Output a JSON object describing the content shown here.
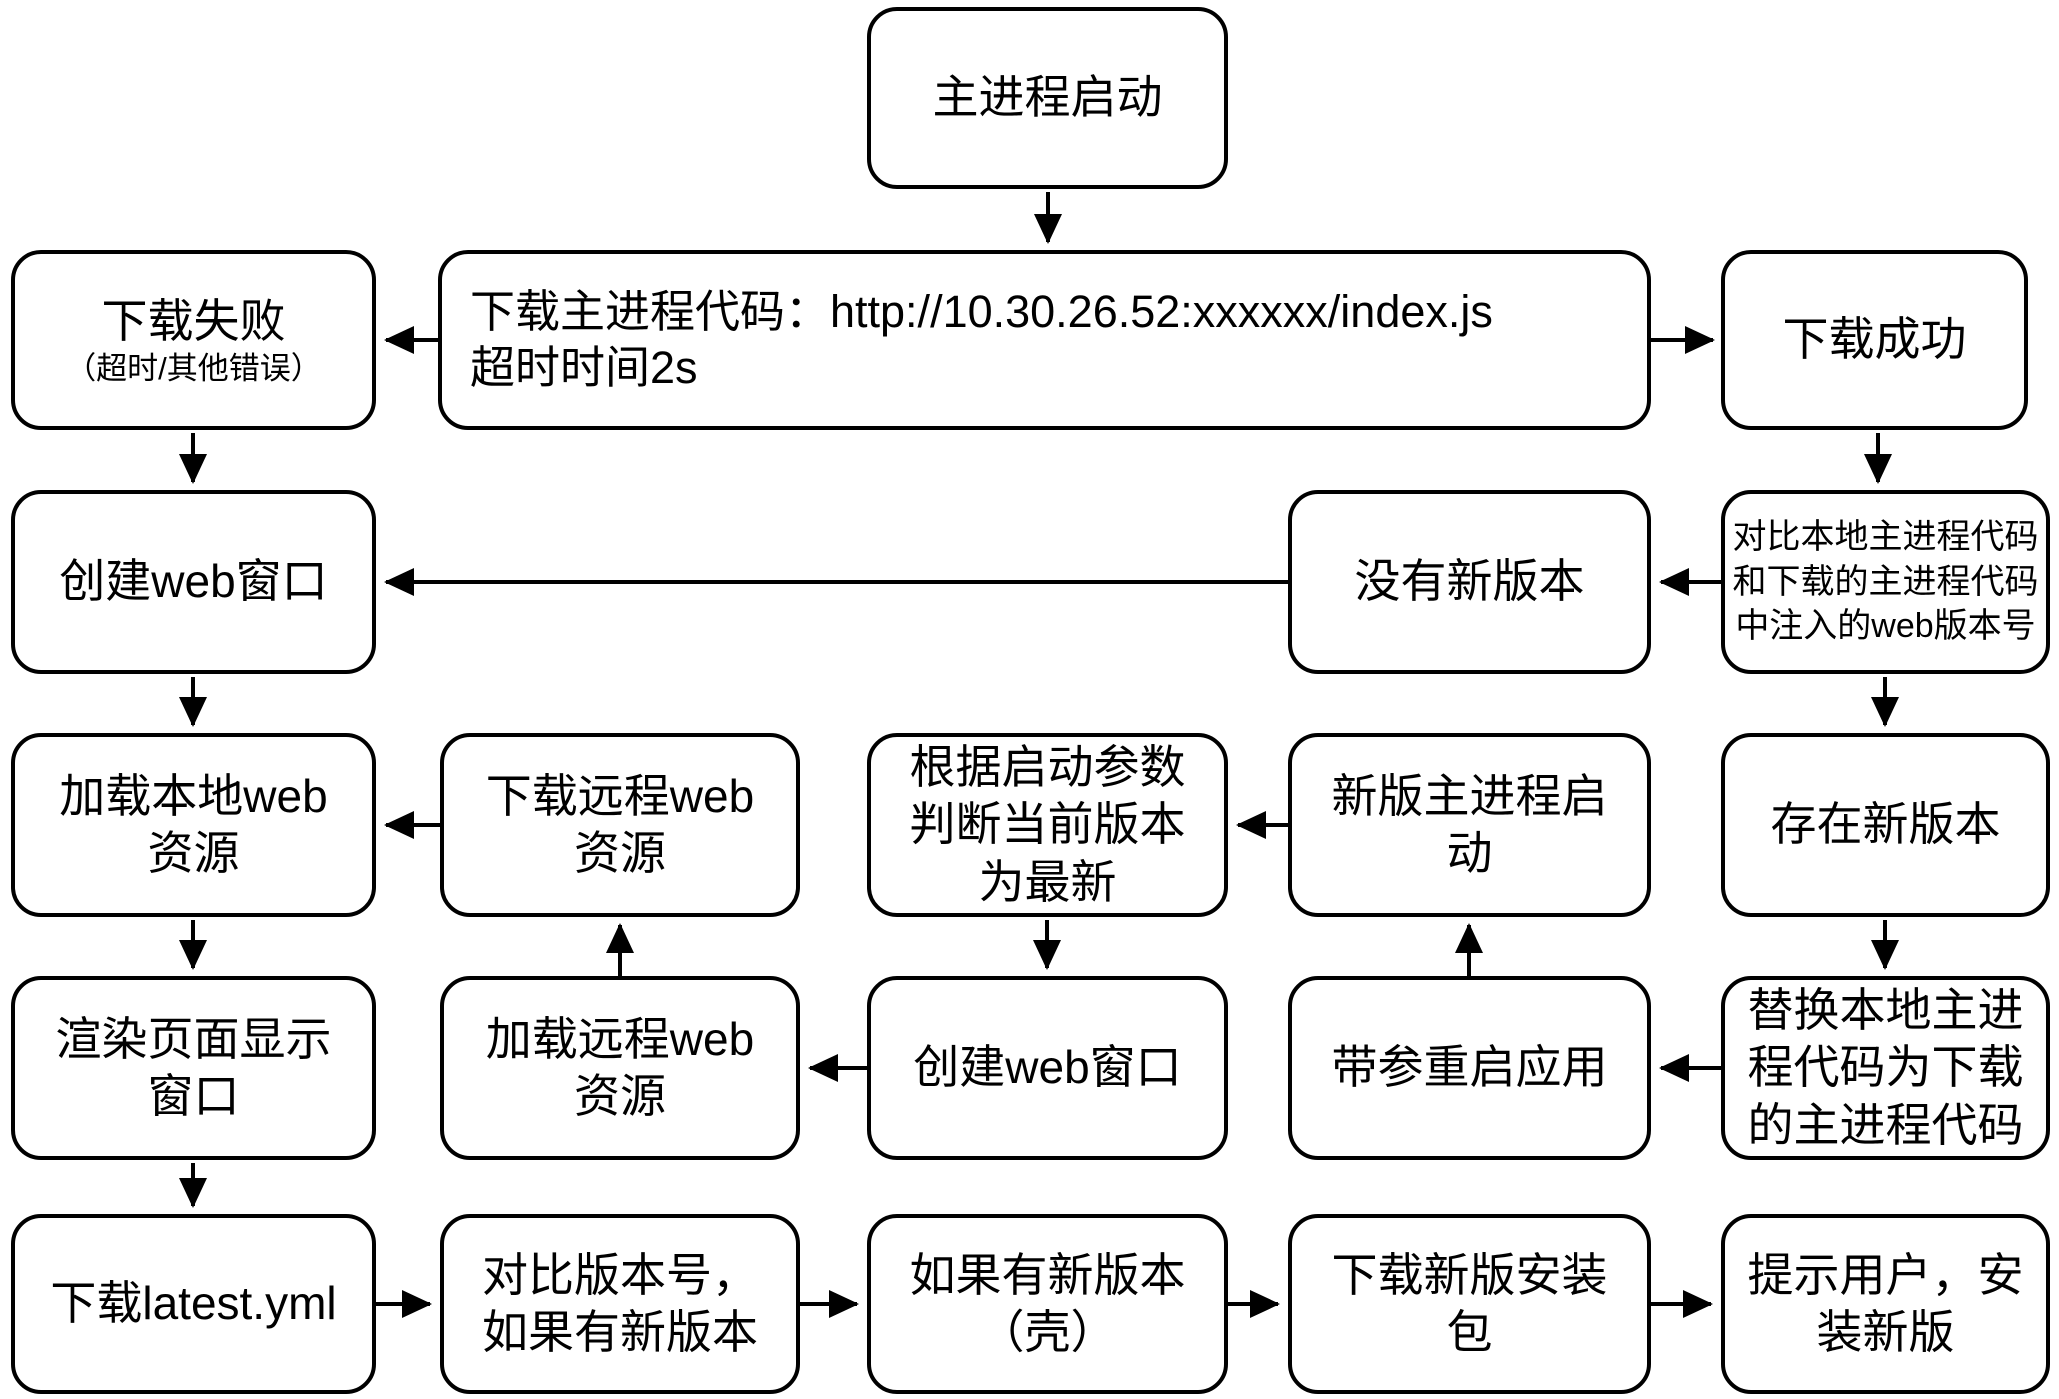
{
  "diagram": {
    "colors": {
      "stroke": "#000000",
      "background": "#ffffff"
    },
    "nodes": [
      {
        "id": "main-process-start",
        "label": "主进程启动"
      },
      {
        "id": "download-failed",
        "label": "下载失败",
        "sublabel": "（超时/其他错误）"
      },
      {
        "id": "download-main-code",
        "label": "下载主进程代码：http://10.30.26.52:xxxxxx/index.js",
        "sublabel": "超时时间2s"
      },
      {
        "id": "download-success",
        "label": "下载成功"
      },
      {
        "id": "create-web-window",
        "label": "创建web窗口"
      },
      {
        "id": "no-new-version",
        "label": "没有新版本"
      },
      {
        "id": "compare-web-version",
        "label": "对比本地主进程代码\n和下载的主进程代码\n中注入的web版本号"
      },
      {
        "id": "load-local-web",
        "label": "加载本地web\n资源"
      },
      {
        "id": "download-remote-web",
        "label": "下载远程web\n资源"
      },
      {
        "id": "judge-current-latest",
        "label": "根据启动参数\n判断当前版本\n为最新"
      },
      {
        "id": "new-main-start",
        "label": "新版主进程启\n动"
      },
      {
        "id": "new-version-exists",
        "label": "存在新版本"
      },
      {
        "id": "render-page-window",
        "label": "渲染页面显示\n窗口"
      },
      {
        "id": "load-remote-web",
        "label": "加载远程web\n资源"
      },
      {
        "id": "create-web-window-2",
        "label": "创建web窗口"
      },
      {
        "id": "restart-with-args",
        "label": "带参重启应用"
      },
      {
        "id": "replace-local-code",
        "label": "替换本地主进\n程代码为下载\n的主进程代码"
      },
      {
        "id": "download-latest-yml",
        "label": "下载latest.yml"
      },
      {
        "id": "compare-version-number",
        "label": "对比版本号，\n如果有新版本"
      },
      {
        "id": "new-version-shell",
        "label": "如果有新版本\n（壳）"
      },
      {
        "id": "download-installer",
        "label": "下载新版安装\n包"
      },
      {
        "id": "prompt-install",
        "label": "提示用户，安\n装新版"
      }
    ],
    "edges": [
      {
        "from": "main-process-start",
        "to": "download-main-code"
      },
      {
        "from": "download-main-code",
        "to": "download-failed"
      },
      {
        "from": "download-main-code",
        "to": "download-success"
      },
      {
        "from": "download-success",
        "to": "compare-web-version"
      },
      {
        "from": "compare-web-version",
        "to": "no-new-version"
      },
      {
        "from": "no-new-version",
        "to": "create-web-window"
      },
      {
        "from": "download-failed",
        "to": "create-web-window"
      },
      {
        "from": "create-web-window",
        "to": "load-local-web"
      },
      {
        "from": "compare-web-version",
        "to": "new-version-exists"
      },
      {
        "from": "new-version-exists",
        "to": "replace-local-code"
      },
      {
        "from": "replace-local-code",
        "to": "restart-with-args"
      },
      {
        "from": "restart-with-args",
        "to": "new-main-start"
      },
      {
        "from": "new-main-start",
        "to": "judge-current-latest"
      },
      {
        "from": "judge-current-latest",
        "to": "create-web-window-2"
      },
      {
        "from": "create-web-window-2",
        "to": "load-remote-web"
      },
      {
        "from": "load-remote-web",
        "to": "download-remote-web"
      },
      {
        "from": "download-remote-web",
        "to": "load-local-web"
      },
      {
        "from": "load-local-web",
        "to": "render-page-window"
      },
      {
        "from": "render-page-window",
        "to": "download-latest-yml"
      },
      {
        "from": "download-latest-yml",
        "to": "compare-version-number"
      },
      {
        "from": "compare-version-number",
        "to": "new-version-shell"
      },
      {
        "from": "new-version-shell",
        "to": "download-installer"
      },
      {
        "from": "download-installer",
        "to": "prompt-install"
      }
    ]
  }
}
